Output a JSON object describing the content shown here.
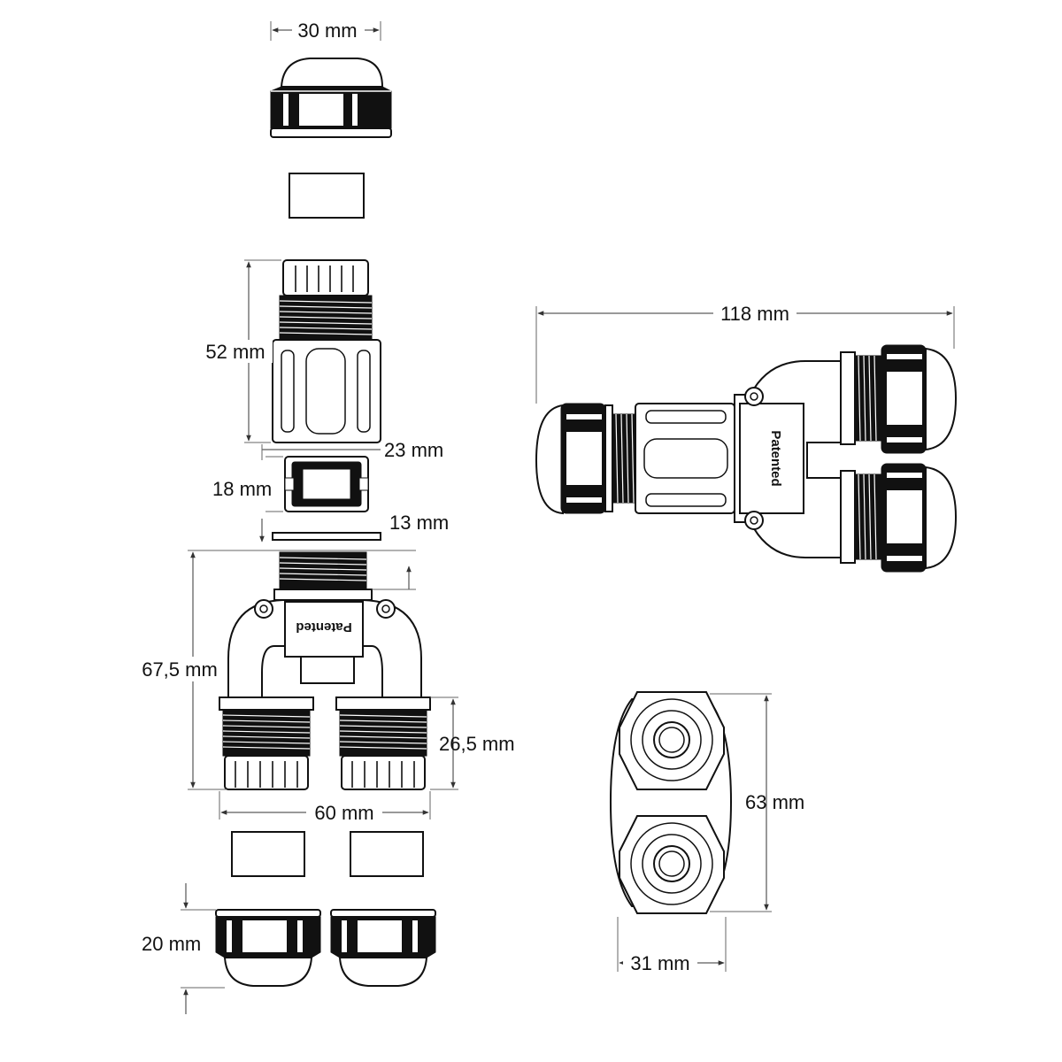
{
  "dimensions": {
    "cap_width": "30 mm",
    "body_length": "52 mm",
    "insert_width": "23 mm",
    "insert_height": "18 mm",
    "washer_height": "13 mm",
    "total_length": "118 mm",
    "y_body_height": "67,5 mm",
    "branch_thread": "26,5 mm",
    "branch_span": "60 mm",
    "end_cap_height": "20 mm",
    "end_view_height": "63 mm",
    "end_view_width": "31 mm"
  },
  "marking": "Patented",
  "colors": {
    "line": "#111111",
    "fill_dark": "#111111",
    "background": "#ffffff"
  }
}
